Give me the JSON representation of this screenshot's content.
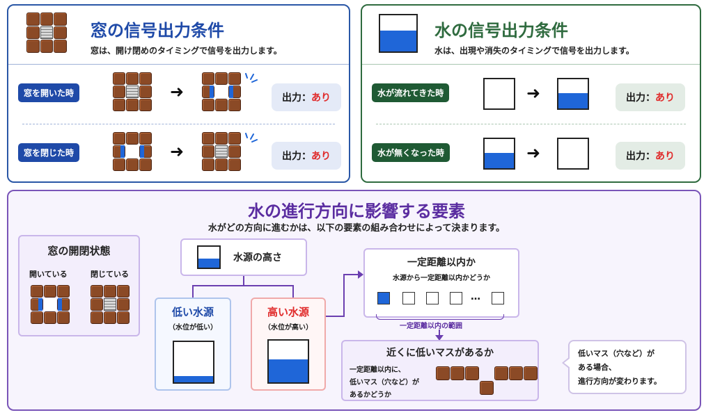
{
  "window_panel": {
    "title": "窓の信号出力条件",
    "subtitle": "窓は、開け閉めのタイミングで信号を出力します。",
    "rows": [
      {
        "label": "窓を開いた時",
        "result_prefix": "出力：",
        "result_value": "あり"
      },
      {
        "label": "窓を閉じた時",
        "result_prefix": "出力：",
        "result_value": "あり"
      }
    ],
    "arrow": "➜"
  },
  "water_panel": {
    "title": "水の信号出力条件",
    "subtitle": "水は、出現や消失のタイミングで信号を出力します。",
    "rows": [
      {
        "label": "水が流れてきた時",
        "result_prefix": "出力：",
        "result_value": "あり"
      },
      {
        "label": "水が無くなった時",
        "result_prefix": "出力：",
        "result_value": "あり"
      }
    ],
    "arrow": "➜"
  },
  "flow_panel": {
    "title": "水の進行方向に影響する要素",
    "subtitle": "水がどの方向に進むかは、以下の要素の組み合わせによって決まります。",
    "window_state": {
      "title": "窓の開閉状態",
      "open_label": "開いている",
      "closed_label": "閉じている"
    },
    "source_height": {
      "title": "水源の高さ"
    },
    "low_source": {
      "title": "低い水源",
      "note": "（水位が低い）"
    },
    "high_source": {
      "title": "高い水源",
      "note": "（水位が高い）"
    },
    "distance": {
      "title": "一定距離以内か",
      "desc": "水源から一定距離以内かどうか",
      "dots": "…",
      "range_label": "一定距離以内の範囲"
    },
    "low_cell": {
      "title": "近くに低いマスがあるか",
      "desc_1": "一定距離以内に、",
      "desc_2": "低いマス（穴など）が",
      "desc_3": "あるかどうか"
    },
    "callout": {
      "line_1": "低いマス（穴など）が",
      "line_2": "ある場合、",
      "line_3": "進行方向が変わります。"
    }
  },
  "colors": {
    "window_accent": "#1f4aa8",
    "water_accent": "#2f6b3f",
    "flow_accent": "#5a2ca0",
    "water_blue": "#1f66d8",
    "brick": "#8b4a26",
    "result_red": "#e02a2a",
    "low_source_title": "#1f4aa8",
    "high_source_title": "#e02a2a"
  }
}
